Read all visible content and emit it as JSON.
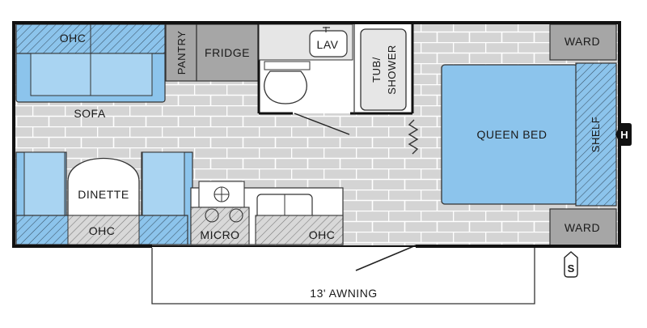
{
  "floorplan": {
    "labels": {
      "ohc_top": "OHC",
      "sofa": "SOFA",
      "pantry": "PANTRY",
      "fridge": "FRIDGE",
      "lav": "LAV",
      "tub_line1": "TUB/",
      "tub_line2": "SHOWER",
      "queen_bed": "QUEEN BED",
      "shelf": "SHELF",
      "ward_top": "WARD",
      "ward_bottom": "WARD",
      "dinette": "DINETTE",
      "ohc_dinette": "OHC",
      "micro": "MICRO",
      "ohc_kitchen": "OHC",
      "awning": "13' AWNING",
      "hitch": "H",
      "spare": "S"
    },
    "colors": {
      "floor": "#d4d4d4",
      "brick_line": "#ffffff",
      "furniture_blue": "#8cc4ec",
      "furniture_blue_light": "#a9d4f2",
      "cabinet_gray": "#a6a6a6",
      "wall": "#1a1a1a",
      "outline": "#333333"
    }
  }
}
